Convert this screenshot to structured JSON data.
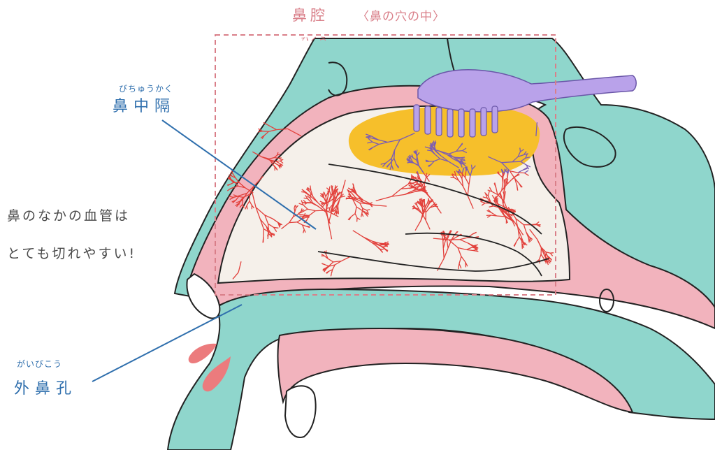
{
  "title": {
    "main": "鼻腔",
    "sub": "〈鼻の穴の中〉",
    "ruby_partial": "ひくう"
  },
  "labels": {
    "septum": {
      "ruby": "びちゅうかく",
      "text": "鼻中隔"
    },
    "nostril": {
      "ruby": "がいびこう",
      "text": "外鼻孔"
    }
  },
  "note": {
    "line1": "鼻のなかの血管は",
    "line2": "とても切れやすい!"
  },
  "colors": {
    "teal": "#8fd6cc",
    "pink": "#f2b3bd",
    "cream": "#f5f0ea",
    "yellow": "#f6bf2b",
    "purple": "#b9a2ea",
    "vessel": "#e2403b",
    "blood": "#ec7b7d",
    "label_blue": "#2f6fad",
    "title_pink": "#d97f89",
    "outline": "#222222"
  },
  "icons": {
    "brush": "brush-icon",
    "blood_drops": "blood-drops-icon"
  }
}
